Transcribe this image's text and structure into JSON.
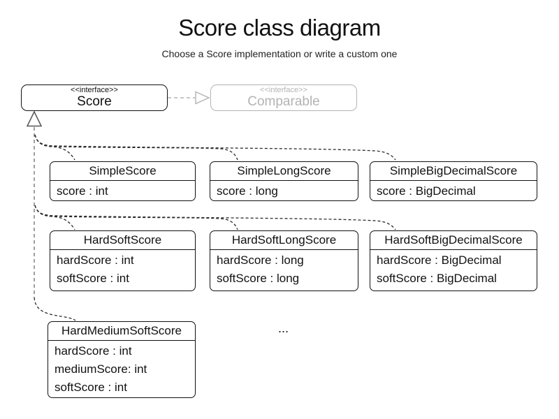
{
  "header": {
    "title": "Score class diagram",
    "subtitle": "Choose a Score implementation or write a custom one"
  },
  "interfaces": {
    "score": {
      "stereotype": "<<interface>>",
      "name": "Score"
    },
    "comparable": {
      "stereotype": "<<interface>>",
      "name": "Comparable"
    }
  },
  "classes": [
    {
      "name": "SimpleScore",
      "attributes": [
        "score : int"
      ]
    },
    {
      "name": "SimpleLongScore",
      "attributes": [
        "score : long"
      ]
    },
    {
      "name": "SimpleBigDecimalScore",
      "attributes": [
        "score : BigDecimal"
      ]
    },
    {
      "name": "HardSoftScore",
      "attributes": [
        "hardScore : int",
        "softScore : int"
      ]
    },
    {
      "name": "HardSoftLongScore",
      "attributes": [
        "hardScore : long",
        "softScore : long"
      ]
    },
    {
      "name": "HardSoftBigDecimalScore",
      "attributes": [
        "hardScore : BigDecimal",
        "softScore : BigDecimal"
      ]
    },
    {
      "name": "HardMediumSoftScore",
      "attributes": [
        "hardScore : int",
        "mediumScore: int",
        "softScore : int"
      ]
    }
  ],
  "ellipsis": "...",
  "relations": {
    "score_implements_comparable": "realization",
    "classes_implement_score": "realization"
  },
  "colors": {
    "box_border": "#111111",
    "muted_gray": "#b3b3b3",
    "trunk_gray": "#808080",
    "connector_black": "#2a2a2a",
    "triangle_stroke": "#555555",
    "background": "#ffffff"
  }
}
